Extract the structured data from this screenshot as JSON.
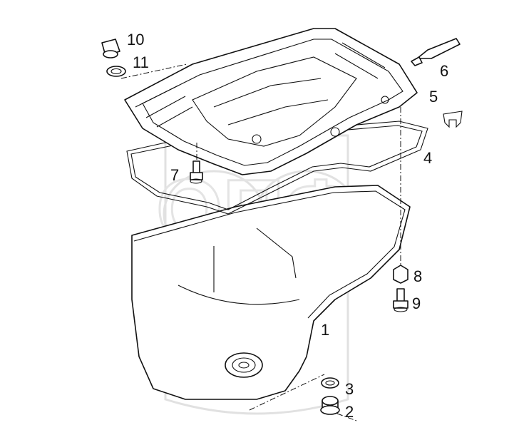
{
  "callouts": [
    {
      "id": "1",
      "label": "1"
    },
    {
      "id": "2",
      "label": "2"
    },
    {
      "id": "3",
      "label": "3"
    },
    {
      "id": "4",
      "label": "4"
    },
    {
      "id": "5",
      "label": "5"
    },
    {
      "id": "6",
      "label": "6"
    },
    {
      "id": "7",
      "label": "7"
    },
    {
      "id": "8",
      "label": "8"
    },
    {
      "id": "9",
      "label": "9"
    },
    {
      "id": "10",
      "label": "10"
    },
    {
      "id": "11",
      "label": "11"
    }
  ],
  "watermark": {
    "text": "ОПФ"
  },
  "colors": {
    "line": "#111111",
    "background": "#ffffff",
    "watermark": "#c9c9c9"
  }
}
